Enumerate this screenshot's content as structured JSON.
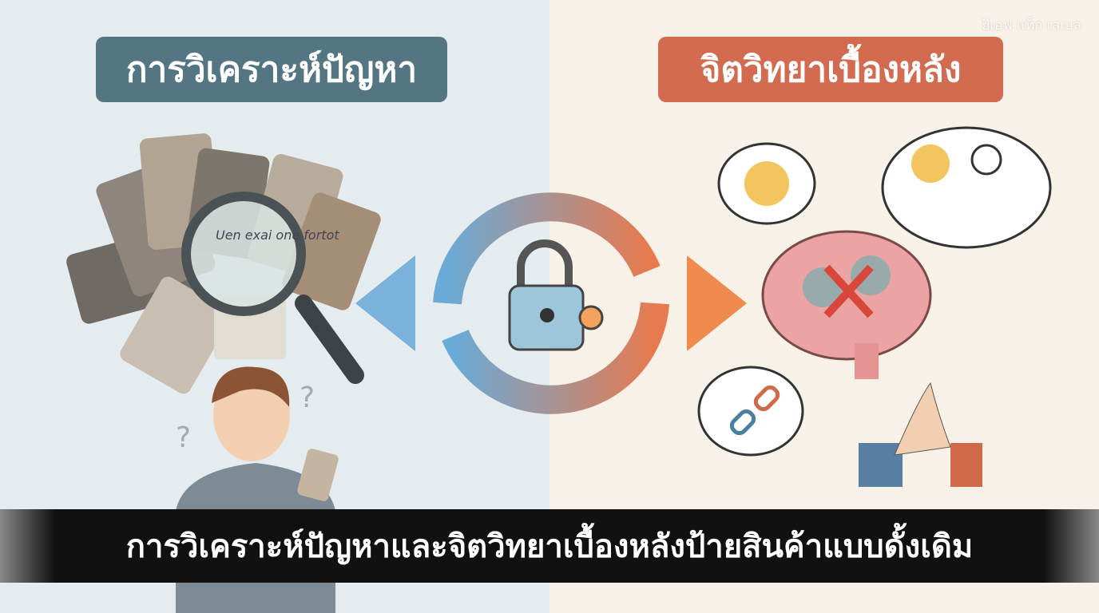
{
  "watermark": "ยีเอฟ แท็ก เลเบล",
  "left_panel": {
    "title": "การวิเคราะห์ปัญหา",
    "magnifier_text": "Uen exai one fortot"
  },
  "right_panel": {
    "title": "จิตวิทยาเบื้องหลัง"
  },
  "caption": "การวิเคราะห์ปัญหาและจิตวิทยาเบื้องหลังป้ายสินค้าแบบดั้งเดิม",
  "colors": {
    "left_bg": "#e4ecef",
    "right_bg": "#f7f1e7",
    "left_title": "#547683",
    "right_title": "#d26b50"
  }
}
